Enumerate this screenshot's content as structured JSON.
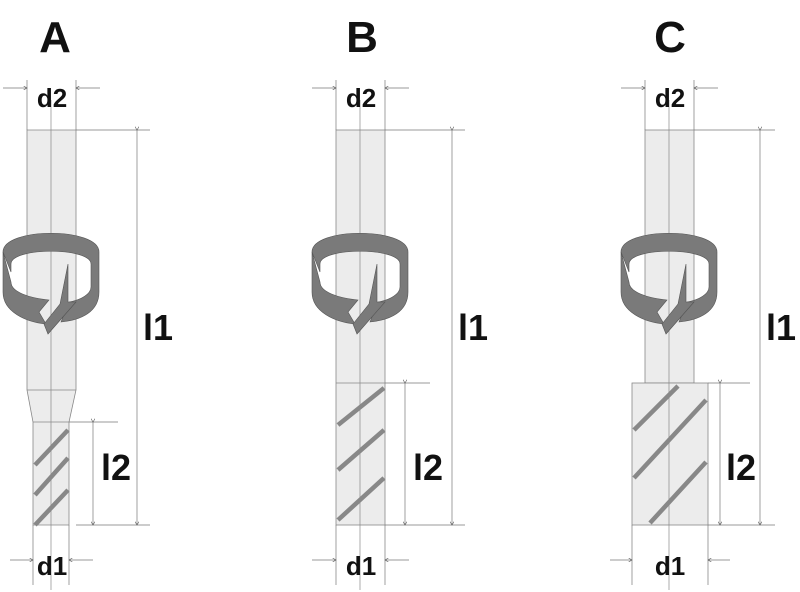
{
  "tools": [
    {
      "title": "A",
      "d2": "d2",
      "d1": "d1",
      "l1": "l1",
      "l2": "l2"
    },
    {
      "title": "B",
      "d2": "d2",
      "d1": "d1",
      "l1": "l1",
      "l2": "l2"
    },
    {
      "title": "C",
      "d2": "d2",
      "d1": "d1",
      "l1": "l1",
      "l2": "l2"
    }
  ],
  "colors": {
    "body": "#ececec",
    "flute": "#888888",
    "rotation_arrow": "#7a7a7a"
  }
}
